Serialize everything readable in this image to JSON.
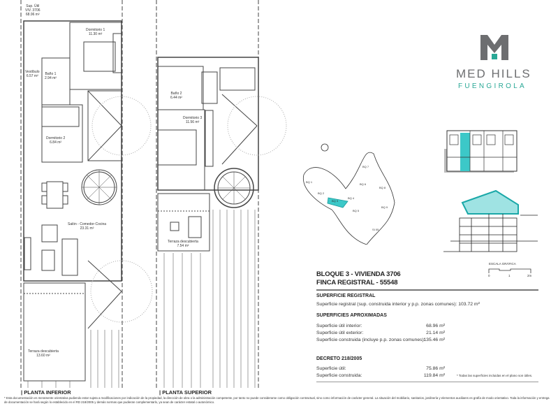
{
  "logo": {
    "name": "MED HILLS",
    "subtitle": "FUENGIROLA",
    "colors": {
      "grey": "#6d6e70",
      "teal": "#2aa896"
    }
  },
  "plans": {
    "lower": {
      "label": "PLANTA INFERIOR",
      "rooms": [
        {
          "name": "Sup. Útil",
          "area": "VIV. 3706",
          "extra": "68.96 m²"
        },
        {
          "name": "Dormitorio 1",
          "area": "11.30 m²"
        },
        {
          "name": "Vestíbulo",
          "area": "6.57 m²"
        },
        {
          "name": "Baño 1",
          "area": "2.94 m²"
        },
        {
          "name": "Dormitorio 2",
          "area": "6.84 m²"
        },
        {
          "name": "Salón - Comedor-Cocina",
          "area": "23.31 m²"
        },
        {
          "name": "Terraza descubierta",
          "area": "13.60 m²"
        }
      ]
    },
    "upper": {
      "label": "PLANTA SUPERIOR",
      "rooms": [
        {
          "name": "Baño 2",
          "area": "6.44 m²"
        },
        {
          "name": "Dormitorio 3",
          "area": "11.56 m²"
        },
        {
          "name": "Terraza descubierta",
          "area": "7.54 m²"
        }
      ]
    }
  },
  "site_plan": {
    "blocks": [
      "BQ 1",
      "BQ 2",
      "BQ 3",
      "BQ 4",
      "BQ 5",
      "BQ 6",
      "BQ 7",
      "BQ 8",
      "BQ 9",
      "SI 05"
    ],
    "highlight_color": "#3cc8c8"
  },
  "scale": {
    "label": "ESCALA GRÁFICA",
    "ticks": [
      "0",
      "1",
      "2m"
    ]
  },
  "info": {
    "title1": "BLOQUE 3 - VIVIENDA 3706",
    "title2": "FINCA REGISTRAL - 55548",
    "registral": {
      "heading": "SUPERFICIE REGISTRAL",
      "label": "Superficie registral (sup. construida interior y p.p. zonas comunes):",
      "value": "103.72 m²"
    },
    "aproximadas": {
      "heading": "SUPERFICIES APROXIMADAS",
      "rows": [
        {
          "label": "Superficie útil interior:",
          "value": "68.96 m²"
        },
        {
          "label": "Superficie útil exterior:",
          "value": "21.14 m²"
        },
        {
          "label": "Superficie construida (incluye p.p. zonas comunes):",
          "value": "135.46 m²"
        }
      ]
    },
    "decreto": {
      "heading": "DECRETO 218/2005",
      "rows": [
        {
          "label": "Superficie útil:",
          "value": "75.86 m²"
        },
        {
          "label": "Superficie construida:",
          "value": "119.84 m²"
        }
      ]
    },
    "note": "* Todas las superficies incluidas en el plano son útiles."
  },
  "footnote": "* Esta documentación es meramente orientativa pudiendo estar sujeta a modificaciones por indicación de la propiedad, la dirección de obra o la administración competente, por tanto no puede considerarse como obligación contractual, sino como información de carácter general. La situación del mobiliario, sanitarios, jardinería y elementos auxiliares es grafía de modo orientativo. Toda la información y entrega de documentación se hará según lo establecido en el RD 218/2005 y demás normas que pudieran complementarlo, ya sean de carácter estatal o autonómico."
}
